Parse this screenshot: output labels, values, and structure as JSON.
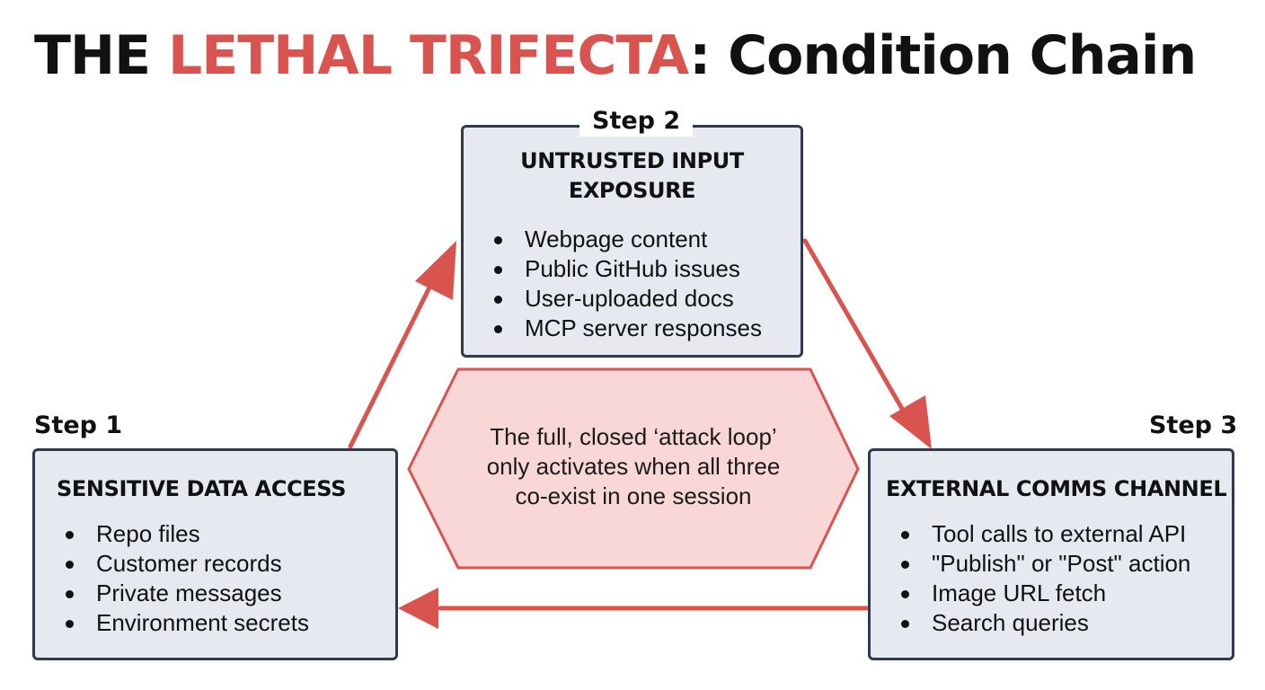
{
  "title": {
    "prefix": "THE ",
    "highlight": "LETHAL TRIFECTA",
    "suffix": ": Condition Chain"
  },
  "colors": {
    "accent": "#d9534f",
    "card_fill": "#e6e9ef",
    "card_border": "#2f3a4c",
    "hex_fill": "#f9d7d7",
    "hex_border": "#d9534f"
  },
  "steps": {
    "step1": {
      "label": "Step 1",
      "heading": "SENSITIVE DATA ACCESS",
      "items": [
        "Repo files",
        "Customer records",
        "Private messages",
        "Environment secrets"
      ]
    },
    "step2": {
      "label": "Step 2",
      "heading_line1": "UNTRUSTED INPUT",
      "heading_line2": "EXPOSURE",
      "items": [
        "Webpage content",
        "Public GitHub issues",
        "User-uploaded docs",
        "MCP server responses"
      ]
    },
    "step3": {
      "label": "Step 3",
      "heading": "EXTERNAL COMMS CHANNEL",
      "items": [
        "Tool calls to external API",
        "\"Publish\" or \"Post\" action",
        "Image URL fetch",
        "Search queries"
      ]
    }
  },
  "center": {
    "line1": "The full, closed ‘attack loop’",
    "line2": "only activates when all three",
    "line3": "co-exist in one session"
  }
}
